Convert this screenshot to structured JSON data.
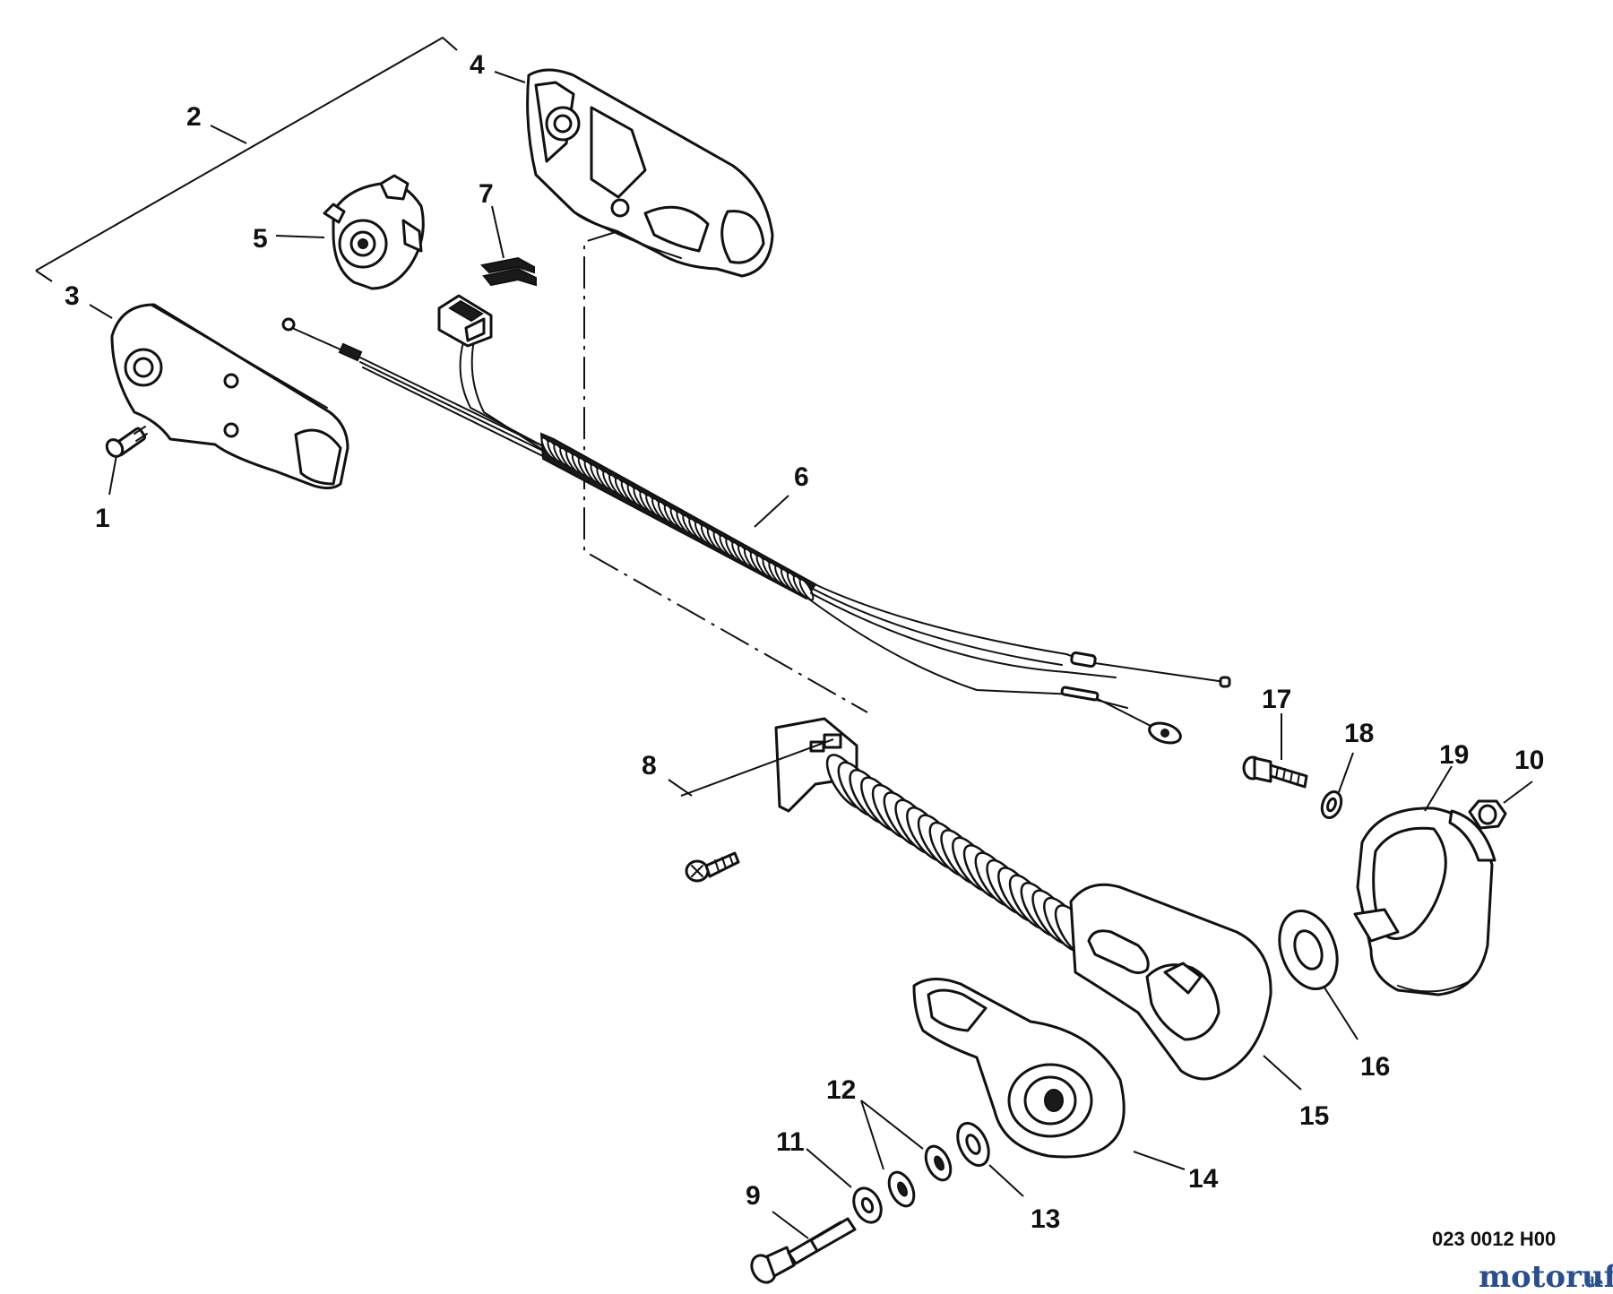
{
  "diagram": {
    "callouts": {
      "c1": "1",
      "c2": "2",
      "c3": "3",
      "c4": "4",
      "c5": "5",
      "c6": "6",
      "c7": "7",
      "c8": "8",
      "c9": "9",
      "c10": "10",
      "c11": "11",
      "c12": "12",
      "c13": "13",
      "c14": "14",
      "c15": "15",
      "c16": "16",
      "c17": "17",
      "c18": "18",
      "c19": "19"
    },
    "drawing_code": "023 0012 H00"
  },
  "watermark": {
    "main": "motoruf",
    "tld": ".de"
  }
}
